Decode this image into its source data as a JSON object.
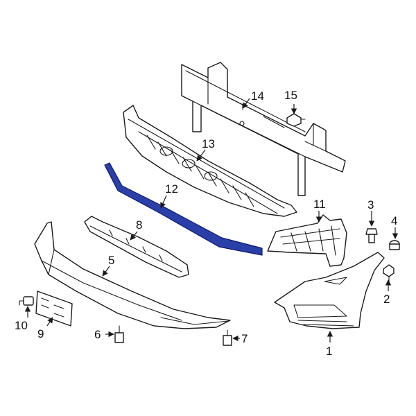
{
  "highlight_color": "#2a3fa8",
  "callouts": {
    "c1": "1",
    "c2": "2",
    "c3": "3",
    "c4": "4",
    "c5": "5",
    "c6": "6",
    "c7": "7",
    "c8": "8",
    "c9": "9",
    "c10": "10",
    "c11": "11",
    "c12": "12",
    "c13": "13",
    "c14": "14",
    "c15": "15"
  }
}
